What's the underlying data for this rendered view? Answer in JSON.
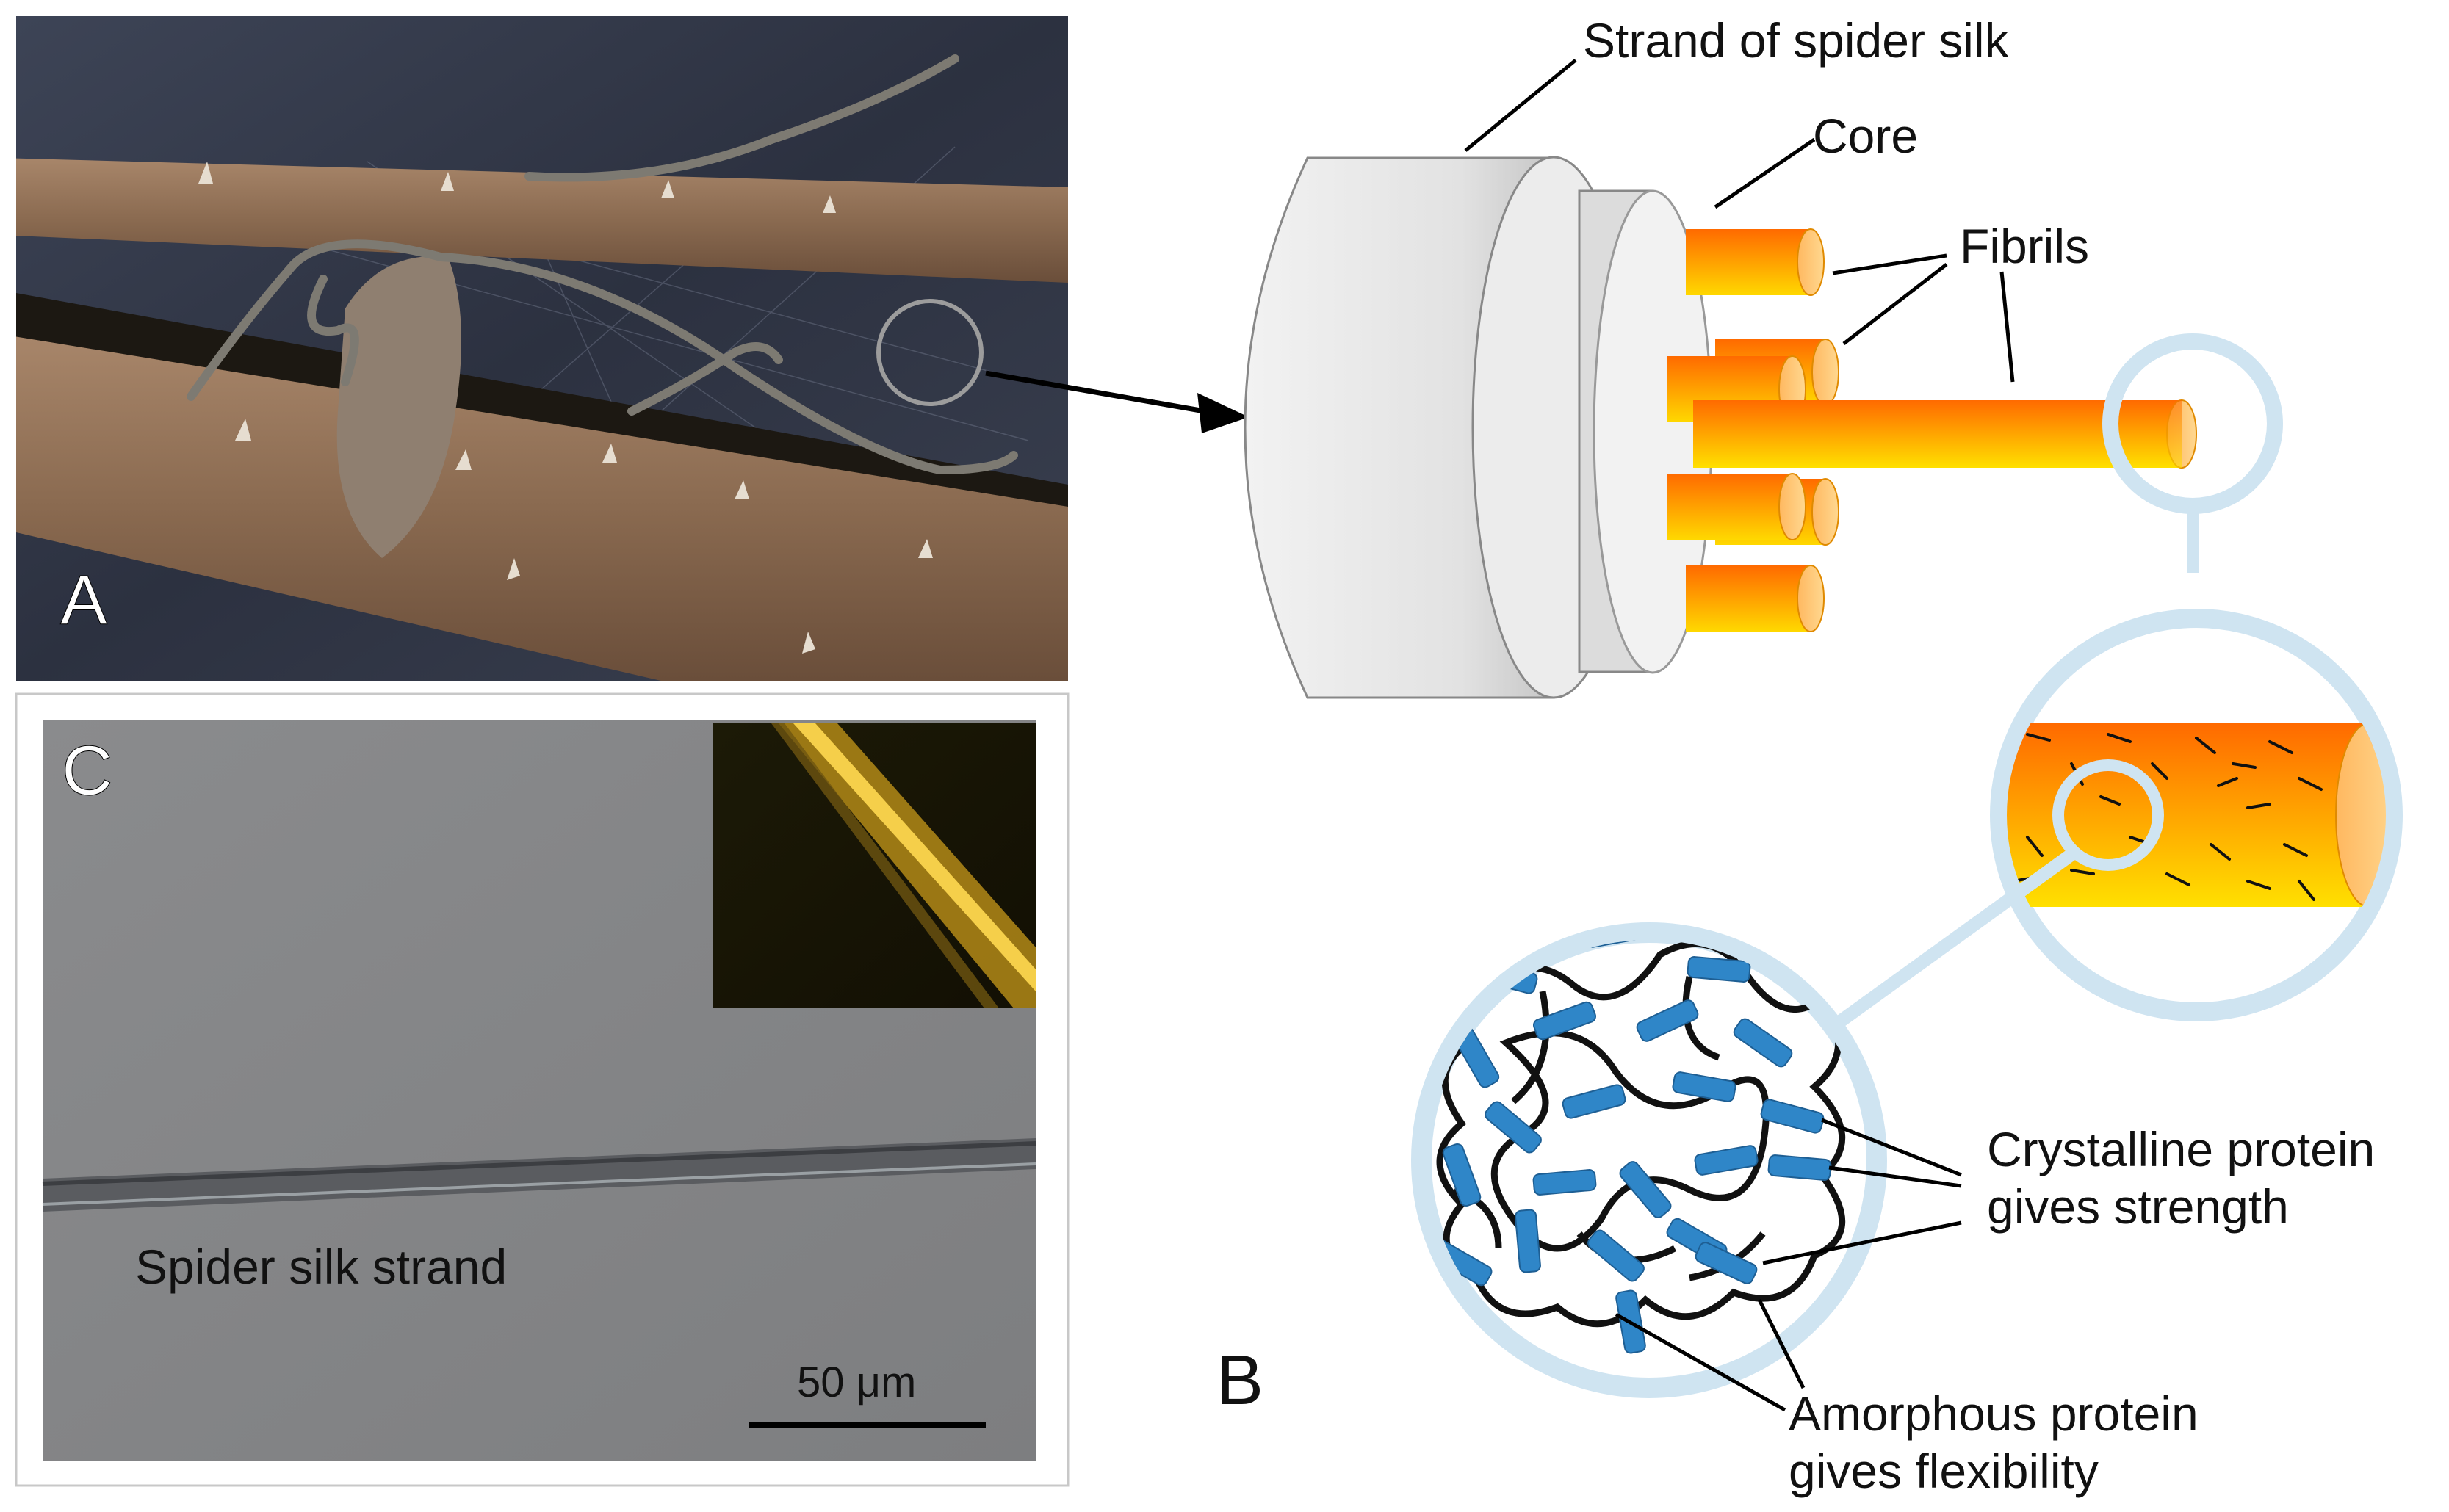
{
  "panel_a": {
    "letter": "A"
  },
  "panel_b": {
    "letter": "B",
    "labels": {
      "strand": "Strand of spider silk",
      "core": "Core",
      "fibrils": "Fibrils",
      "crystalline_line1": "Crystalline protein",
      "crystalline_line2": "gives strength",
      "amorphous_line1": "Amorphous protein",
      "amorphous_line2": "gives flexibility"
    },
    "colors": {
      "fibril_orange": "#ff7a00",
      "fibril_yellow": "#ffe000",
      "zoom_circle": "#cfe4f1",
      "crystalline_blue": "#2f86c8"
    }
  },
  "panel_c": {
    "letter": "C",
    "strand_label": "Spider silk strand",
    "scale_bar": "50 μm"
  }
}
